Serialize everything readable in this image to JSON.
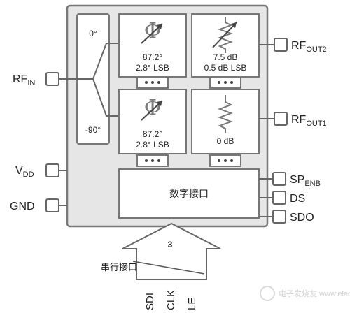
{
  "pins_left": {
    "rf_in": {
      "main": "RF",
      "sub": "IN"
    },
    "vdd": {
      "main": "V",
      "sub": "DD"
    },
    "gnd": {
      "main": "GND"
    }
  },
  "pins_right": {
    "rf_out2": {
      "main": "RF",
      "sub": "OUT2"
    },
    "rf_out1": {
      "main": "RF",
      "sub": "OUT1"
    },
    "sp_enb": {
      "main": "SP",
      "sub": "ENB"
    },
    "ds": {
      "main": "DS"
    },
    "sdo": {
      "main": "SDO"
    }
  },
  "splitter": {
    "top": "0°",
    "bottom": "-90°"
  },
  "phase_shifter_top": {
    "value": "87.2°",
    "lsb": "2.8° LSB"
  },
  "phase_shifter_bottom": {
    "value": "87.2°",
    "lsb": "2.8° LSB"
  },
  "attenuator_top": {
    "value": "7.5 dB",
    "lsb": "0.5 dB LSB"
  },
  "attenuator_bottom": {
    "value": "0 dB"
  },
  "digital_interface": "数字接口",
  "bus_width": "3",
  "serial_interface": "串行接口",
  "serial_pins": [
    "SDI",
    "CLK",
    "LE"
  ],
  "watermark": "电子发烧友 www.elecfans.com"
}
